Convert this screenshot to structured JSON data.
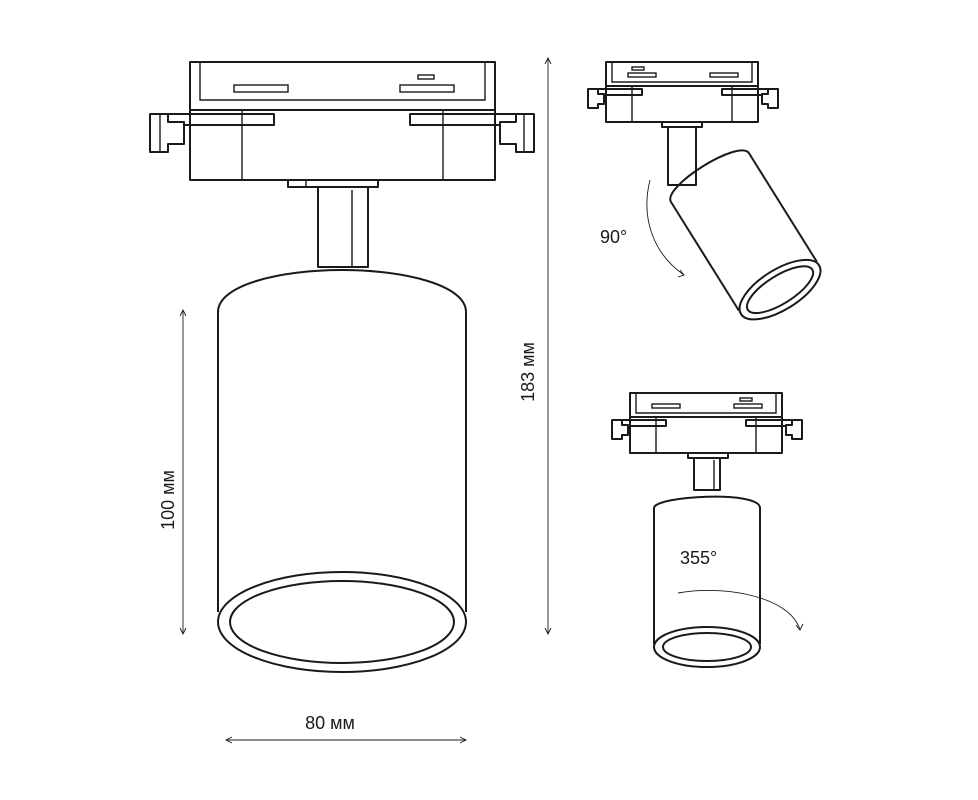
{
  "dimensions": {
    "width_label": "80 мм",
    "height_label": "100 мм",
    "total_height_label": "183 мм"
  },
  "rotations": {
    "tilt_label": "90°",
    "rotate_label": "355°"
  },
  "colors": {
    "stroke": "#1a1a1a",
    "background": "#ffffff"
  }
}
